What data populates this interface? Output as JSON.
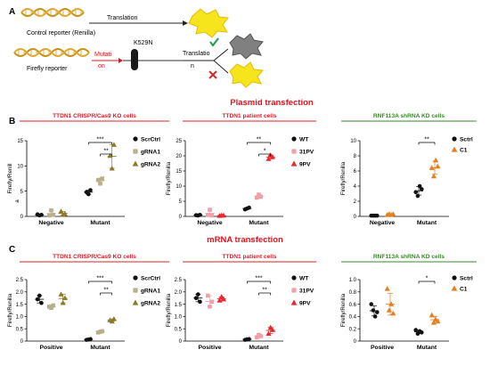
{
  "schematic": {
    "panel_label": "A",
    "translation_label": "Translation",
    "control_label": "Control reporter (Renilla)",
    "mutation_label_1": "Mutati",
    "mutation_label_2": "on",
    "k529n_label": "K529N",
    "translation_label_2a": "Translatio",
    "translation_label_2b": "n",
    "firefly_label": "Firefly reporter"
  },
  "section_titles": {
    "plasmid": "Plasmid transfection",
    "mrna": "mRNA transfection"
  },
  "panel_labels": {
    "b": "B",
    "c": "C"
  },
  "colors": {
    "section_title": "#e8101a",
    "crispr_title": "#d9202a",
    "patient_title": "#d9202a",
    "kd_title": "#3a8a2a",
    "scrctrl": "#111111",
    "grna1": "#b7b08a",
    "grna2": "#8b7c2c",
    "wt": "#111111",
    "pv31": "#f2a0a8",
    "pv9": "#e8282e",
    "sctrl": "#111111",
    "c1": "#e87d1e"
  },
  "chart_data": [
    {
      "id": "b1",
      "type": "scatter",
      "title": "TTDN1 CRISPR/Cas9 KO cells",
      "ylabel": "Firefly/Renill",
      "ylabel_suffix": "a",
      "categories": [
        "Negative",
        "Mutant"
      ],
      "ylim": [
        0,
        15
      ],
      "yticks": [
        0,
        5,
        10,
        15
      ],
      "series": [
        {
          "name": "ScrCtrl",
          "marker": "circle",
          "values": [
            [
              0.4,
              0.2,
              0.3
            ],
            [
              4.8,
              4.4,
              5.2
            ]
          ]
        },
        {
          "name": "gRNA1",
          "marker": "square",
          "values": [
            [
              0.2,
              1.2,
              0.3
            ],
            [
              7.2,
              6.5,
              7.5
            ]
          ]
        },
        {
          "name": "gRNA2",
          "marker": "triangle",
          "values": [
            [
              1.0,
              0.3,
              0.5
            ],
            [
              12.0,
              9.5,
              14.2
            ]
          ]
        }
      ],
      "sig": [
        "***",
        "**"
      ]
    },
    {
      "id": "b2",
      "type": "scatter",
      "title": "TTDN1 patient cells",
      "ylabel": "Firefly/Renilla",
      "categories": [
        "Negative",
        "Mutant"
      ],
      "ylim": [
        0,
        25
      ],
      "yticks": [
        0,
        5,
        10,
        15,
        20,
        25
      ],
      "series": [
        {
          "name": "WT",
          "marker": "circle",
          "values": [
            [
              0.4,
              0.3,
              0.5
            ],
            [
              2.3,
              2.6,
              2.9
            ]
          ]
        },
        {
          "name": "31PV",
          "marker": "square",
          "values": [
            [
              0.5,
              2.2,
              0.3
            ],
            [
              6.2,
              7.2,
              6.5
            ]
          ]
        },
        {
          "name": "9PV",
          "marker": "triangle",
          "values": [
            [
              0.2,
              0.3,
              0.3
            ],
            [
              19.0,
              20.2,
              19.6
            ]
          ]
        }
      ],
      "sig": [
        "**",
        "*"
      ]
    },
    {
      "id": "b3",
      "type": "scatter",
      "title": "RNF113A shRNA KD  cells",
      "ylabel": "Firefly/Renilla",
      "categories": [
        "Negative",
        "Mutant"
      ],
      "ylim": [
        0,
        10
      ],
      "yticks": [
        0,
        2,
        4,
        6,
        8,
        10
      ],
      "series": [
        {
          "name": "Sctrl",
          "marker": "circle",
          "values": [
            [
              0.1,
              0.1,
              0.1,
              0.1
            ],
            [
              3.2,
              2.7,
              4.0,
              3.6
            ]
          ]
        },
        {
          "name": "C1",
          "marker": "triangle",
          "values": [
            [
              0.2,
              0.3,
              0.2,
              0.3
            ],
            [
              6.4,
              5.3,
              7.4,
              6.6
            ]
          ]
        }
      ],
      "sig": [
        "**"
      ]
    },
    {
      "id": "c1",
      "type": "scatter",
      "title": "TTDN1 CRISPR/Cas9 KO cells",
      "ylabel": "Firefly/Renilla",
      "categories": [
        "Positive",
        "Mutant"
      ],
      "ylim": [
        0,
        2.5
      ],
      "yticks": [
        0,
        0.5,
        1.0,
        1.5,
        2.0,
        2.5
      ],
      "series": [
        {
          "name": "ScrCtrl",
          "marker": "circle",
          "values": [
            [
              1.7,
              1.85,
              1.55
            ],
            [
              0.05,
              0.06,
              0.08
            ]
          ]
        },
        {
          "name": "gRNA1",
          "marker": "square",
          "values": [
            [
              1.4,
              1.35,
              1.45
            ],
            [
              0.35,
              0.38,
              0.4
            ]
          ]
        },
        {
          "name": "gRNA2",
          "marker": "triangle",
          "values": [
            [
              1.9,
              1.55,
              1.75
            ],
            [
              0.85,
              0.8,
              0.9
            ]
          ]
        }
      ],
      "sig": [
        "***",
        "**"
      ]
    },
    {
      "id": "c2",
      "type": "scatter",
      "title": "TTDN1 patient cells",
      "ylabel": "Firefly/Renilla",
      "categories": [
        "Positive",
        "Mutant"
      ],
      "ylim": [
        0,
        2.5
      ],
      "yticks": [
        0,
        0.5,
        1.0,
        1.5,
        2.0,
        2.5
      ],
      "series": [
        {
          "name": "WT",
          "marker": "circle",
          "values": [
            [
              1.75,
              1.9,
              1.6
            ],
            [
              0.05,
              0.07,
              0.08
            ]
          ]
        },
        {
          "name": "31PV",
          "marker": "square",
          "values": [
            [
              1.85,
              1.4,
              1.6
            ],
            [
              0.15,
              0.25,
              0.2
            ]
          ]
        },
        {
          "name": "9PV",
          "marker": "triangle",
          "values": [
            [
              1.65,
              1.8,
              1.7
            ],
            [
              0.3,
              0.55,
              0.45
            ]
          ]
        }
      ],
      "sig": [
        "***",
        "**"
      ]
    },
    {
      "id": "c3",
      "type": "scatter",
      "title": "RNF113A shRNA KD  cells",
      "ylabel": "Firefly/Renilla",
      "categories": [
        "Positive",
        "Mutant"
      ],
      "ylim": [
        0,
        1.0
      ],
      "yticks": [
        0,
        0.2,
        0.4,
        0.6,
        0.8,
        1.0
      ],
      "series": [
        {
          "name": "Sctrl",
          "marker": "circle",
          "values": [
            [
              0.6,
              0.5,
              0.4,
              0.47
            ],
            [
              0.18,
              0.12,
              0.16,
              0.14
            ]
          ]
        },
        {
          "name": "C1",
          "marker": "triangle",
          "values": [
            [
              0.85,
              0.5,
              0.6,
              0.45
            ],
            [
              0.42,
              0.3,
              0.35,
              0.32
            ]
          ]
        }
      ],
      "sig": [
        "*"
      ]
    }
  ]
}
